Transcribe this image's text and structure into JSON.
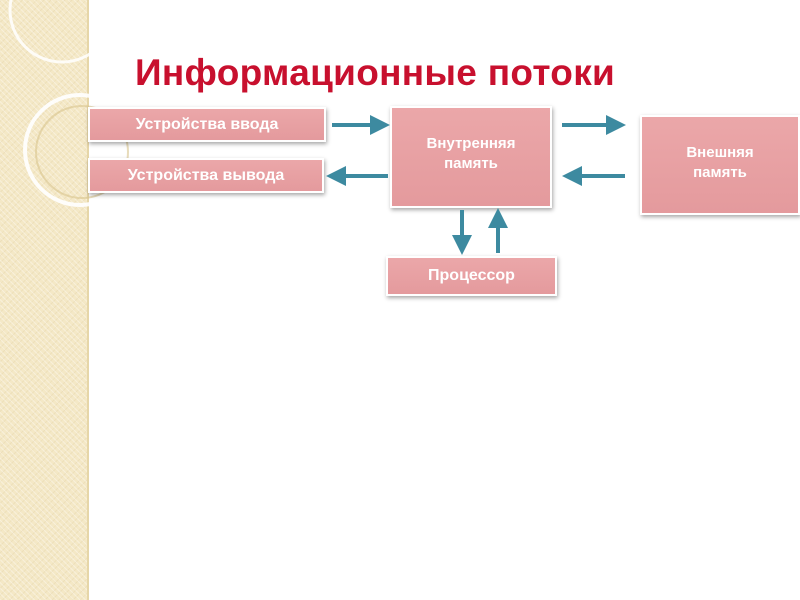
{
  "title": "Информационные потоки",
  "nodes": {
    "input_devices": "Устройства ввода",
    "output_devices": "Устройства вывода",
    "internal_memory": [
      "Внутренняя",
      "память"
    ],
    "external_memory": [
      "Внешняя",
      "память"
    ],
    "processor": "Процессор"
  },
  "colors": {
    "title": "#c8102e",
    "box_fill": "#e8a1a3",
    "arrow": "#3d8aa0",
    "sidebar": "#f4e8c6"
  }
}
